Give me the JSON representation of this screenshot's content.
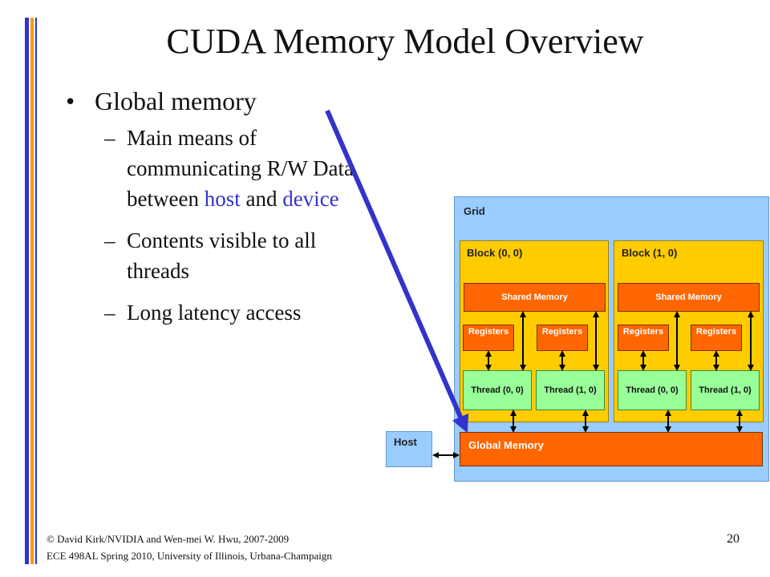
{
  "slide": {
    "title": "CUDA Memory Model Overview",
    "page_number": "20",
    "footer_line1": "© David Kirk/NVIDIA and Wen-mei W. Hwu, 2007-2009",
    "footer_line2": "ECE 498AL Spring 2010, University of Illinois, Urbana-Champaign"
  },
  "bullets": {
    "main": "Global memory",
    "sub1_a": "Main means of communicating R/W Data between ",
    "sub1_host": "host",
    "sub1_and": " and ",
    "sub1_device": "device",
    "sub2": "Contents visible to all threads",
    "sub3": "Long latency access"
  },
  "diagram": {
    "grid_label": "Grid",
    "host_label": "Host",
    "global_memory_label": "Global Memory",
    "blocks": [
      {
        "label": "Block (0, 0)",
        "shared_memory": "Shared Memory",
        "registers": [
          "Registers",
          "Registers"
        ],
        "threads": [
          "Thread (0, 0)",
          "Thread (1, 0)"
        ]
      },
      {
        "label": "Block (1, 0)",
        "shared_memory": "Shared Memory",
        "registers": [
          "Registers",
          "Registers"
        ],
        "threads": [
          "Thread (0, 0)",
          "Thread (1, 0)"
        ]
      }
    ]
  },
  "colors": {
    "bar_blue": "#3333cc",
    "bar_orange": "#ff9900",
    "highlight": "#3333cc",
    "grid_bg": "#99ccff",
    "block_bg": "#ffcc00",
    "memory_bg": "#ff6600",
    "thread_bg": "#99ff99",
    "pointer_arrow": "#3333cc"
  }
}
